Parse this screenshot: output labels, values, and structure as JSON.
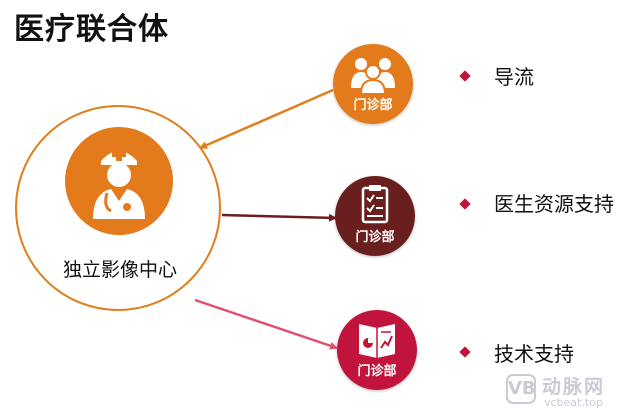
{
  "title": "医疗联合体",
  "hub": {
    "label": "独立影像中心",
    "icon": "doctor-icon",
    "color": "#e37a1b"
  },
  "clinics": [
    {
      "label": "门诊部",
      "icon": "people-group-icon",
      "color": "#e37a1b",
      "service": "导流"
    },
    {
      "label": "门诊部",
      "icon": "clipboard-check-icon",
      "color": "#6a1f1f",
      "service": "医生资源支持"
    },
    {
      "label": "门诊部",
      "icon": "report-chart-icon",
      "color": "#c0143c",
      "service": "技术支持"
    }
  ],
  "bullet_color": "#c0143c",
  "watermark": {
    "logo": "VB",
    "name": "动脉网",
    "url": "vcbeat.top"
  }
}
